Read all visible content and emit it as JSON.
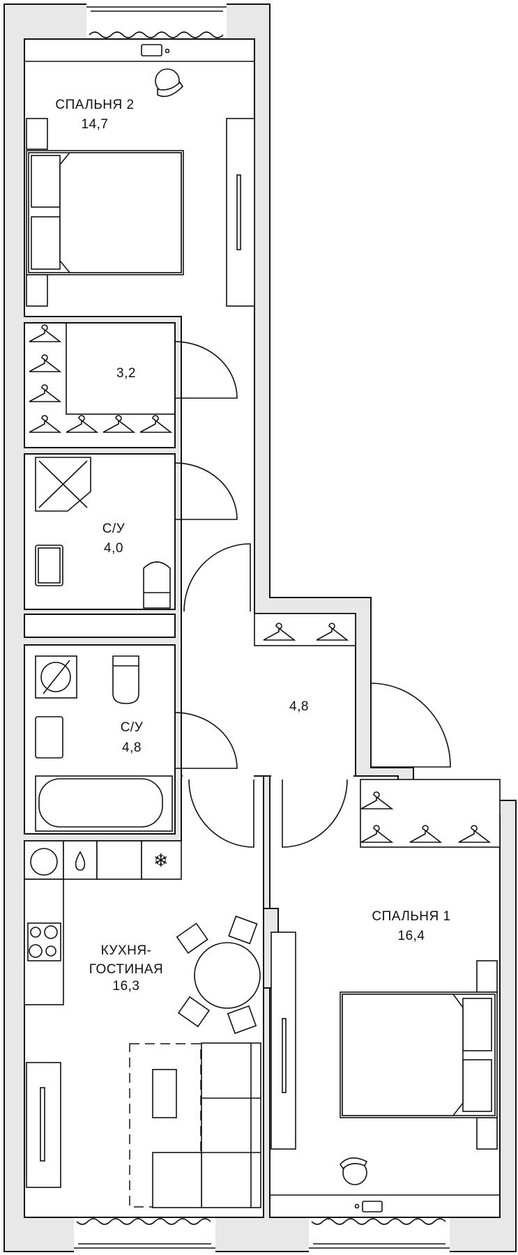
{
  "plan": {
    "rooms": {
      "bedroom2": {
        "name": "СПАЛЬНЯ 2",
        "area": "14,7"
      },
      "closet": {
        "area": "3,2"
      },
      "bathroom1": {
        "name": "С/У",
        "area": "4,0"
      },
      "hall": {
        "area": "4,8"
      },
      "bathroom2": {
        "name": "С/У",
        "area": "4,8"
      },
      "kitchen": {
        "name_line1": "КУХНЯ-",
        "name_line2": "ГОСТИНАЯ",
        "area": "16,3"
      },
      "bedroom1": {
        "name": "СПАЛЬНЯ 1",
        "area": "16,4"
      }
    }
  },
  "colors": {
    "wall_fill": "#e8e8e8",
    "line": "#111111",
    "floor": "#ffffff"
  }
}
